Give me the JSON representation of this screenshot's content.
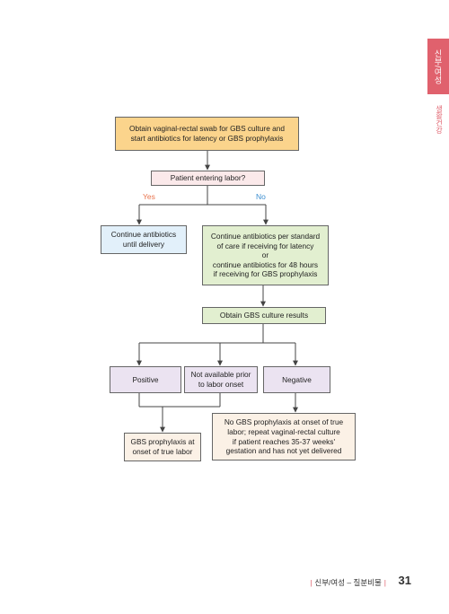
{
  "flowchart": {
    "start": [
      "Obtain vaginal-rectal swab for GBS culture and",
      "start antibiotics for latency or GBS prophylaxis"
    ],
    "question": "Patient entering labor?",
    "yes_label": "Yes",
    "no_label": "No",
    "yes_result": [
      "Continue antibiotics",
      "until delivery"
    ],
    "no_result": [
      "Continue antibiotics per standard",
      "of care if receiving for latency",
      "or",
      "continue antibiotics for 48 hours",
      "if receiving for GBS prophylaxis"
    ],
    "culture": "Obtain GBS culture results",
    "positive": "Positive",
    "not_available": [
      "Not available prior",
      "to labor onset"
    ],
    "negative": "Negative",
    "positive_result": [
      "GBS prophylaxis at",
      "onset of true labor"
    ],
    "negative_result": [
      "No GBS prophylaxis at onset of true",
      "labor; repeat vaginal-rectal culture",
      "if patient reaches 35-37 weeks'",
      "gestation and has not yet delivered"
    ]
  },
  "side_tab": {
    "label": "신부/여성",
    "sub_label": "생활건강"
  },
  "footer": {
    "text": "신부/여성 – 질분비물",
    "page": "31"
  },
  "colors": {
    "orange_fill": "#fbd48c",
    "pink_fill": "#fbe9ea",
    "blue_fill": "#e2f0fa",
    "green_fill": "#e2efd0",
    "purple_fill": "#ebe3f1",
    "beige_fill": "#fbf1e6",
    "yes_color": "#e9744e",
    "no_color": "#3d8fd0",
    "accent": "#e0616d"
  }
}
